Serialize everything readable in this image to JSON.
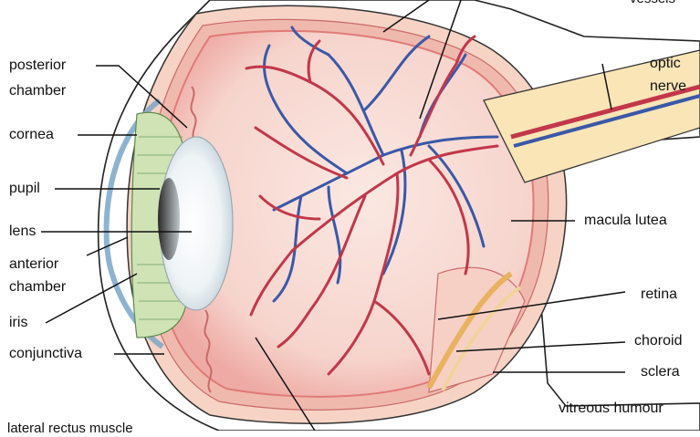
{
  "labels": {
    "posterior_chamber": [
      "posterior",
      "chamber"
    ],
    "cornea": "cornea",
    "pupil": "pupil",
    "lens": "lens",
    "anterior_chamber": [
      "anterior",
      "chamber"
    ],
    "iris": "iris",
    "conjunctiva": "conjunctiva",
    "lateral_rectus_muscle": "lateral rectus muscle",
    "vessels": "vessels",
    "optic_nerve": [
      "optic",
      "nerve"
    ],
    "macula_lutea": "macula lutea",
    "retina": "retina",
    "choroid": "choroid",
    "sclera": "sclera",
    "vitreous_humour": "vitreous humour"
  },
  "colors": {
    "sclera_fill": "#f6d3c4",
    "globe_inner": "#f7d9d3",
    "retina_edge": "#e07a78",
    "artery": "#c2374a",
    "vein": "#3a58a8",
    "iris_green": "#cfe3b5",
    "lens_fill": "#e9eef2",
    "optic_nerve": "#f9e5b6"
  }
}
